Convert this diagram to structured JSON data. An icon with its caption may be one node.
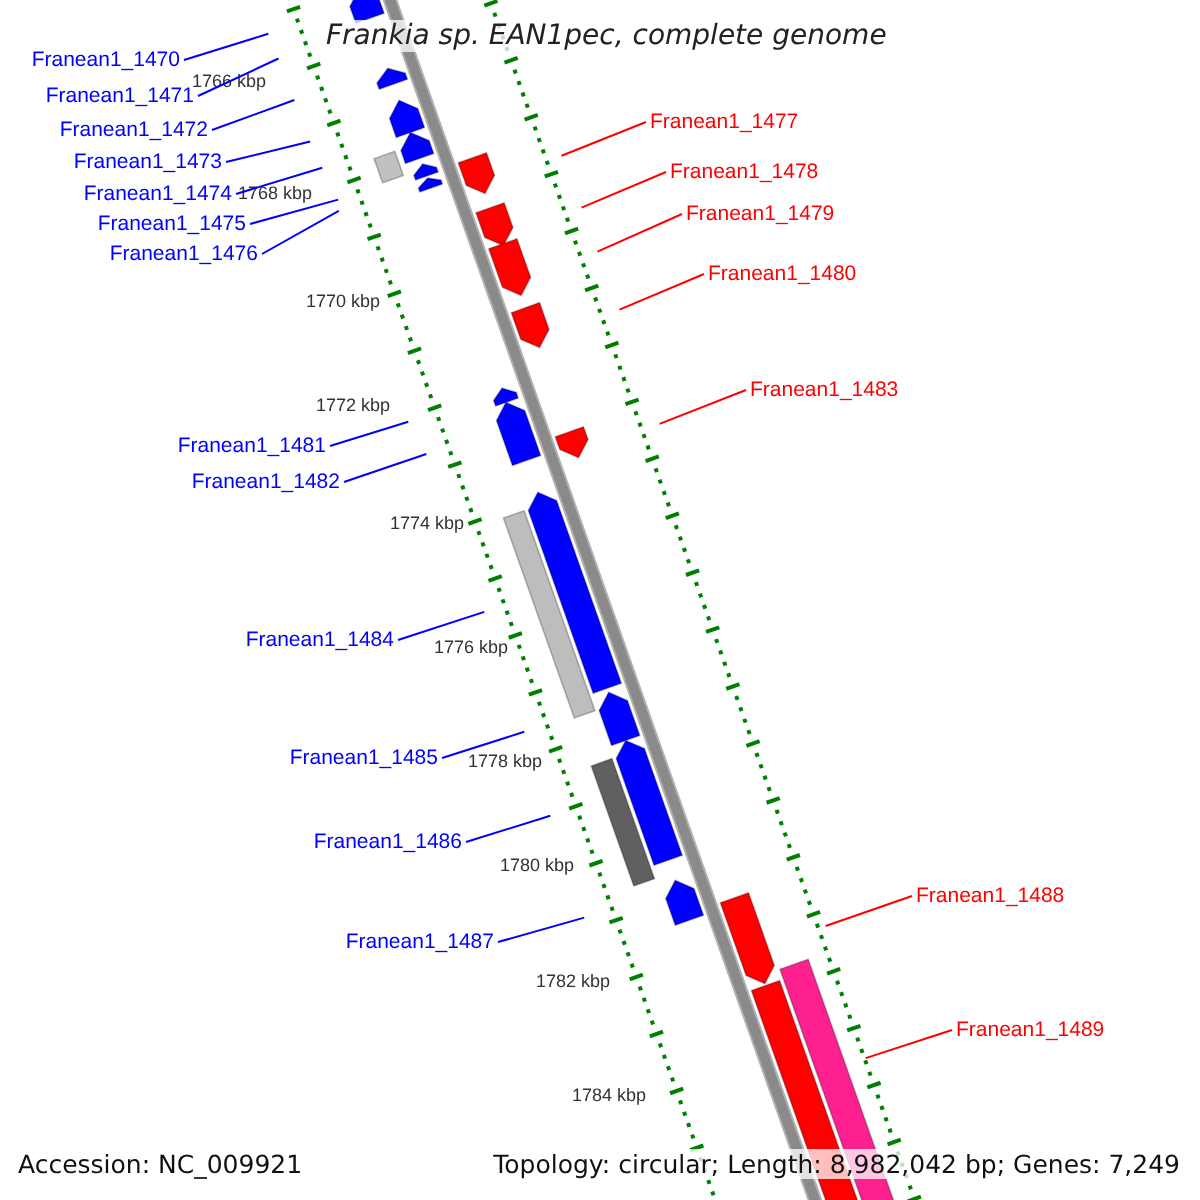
{
  "diagram": {
    "title": "Frankia sp. EAN1pec, complete genome",
    "nodes": [
      {
        "text": [
          "Franean1_1470"
        ]
      },
      {
        "text": [
          "Franean1_1471"
        ]
      },
      {
        "text": [
          "Franean1_1472"
        ]
      },
      {
        "text": [
          "Franean1_1473"
        ]
      },
      {
        "text": [
          "Franean1_1474"
        ]
      },
      {
        "text": [
          "Franean1_1475"
        ]
      },
      {
        "text": [
          "Franean1_1476"
        ]
      },
      {
        "text": [
          "Franean1_1477"
        ]
      },
      {
        "text": [
          "Franean1_1478"
        ]
      },
      {
        "text": [
          "Franean1_1479"
        ]
      },
      {
        "text": [
          "Franean1_1480"
        ]
      },
      {
        "text": [
          "Franean1_1481"
        ]
      },
      {
        "text": [
          "Franean1_1482"
        ]
      },
      {
        "text": [
          "Franean1_1483"
        ]
      },
      {
        "text": [
          "Franean1_1484"
        ]
      },
      {
        "text": [
          "Franean1_1485"
        ]
      },
      {
        "text": [
          "Franean1_1486"
        ]
      },
      {
        "text": [
          "Franean1_1487"
        ]
      },
      {
        "text": [
          "Franean1_1488"
        ]
      },
      {
        "text": [
          "Franean1_1489"
        ]
      }
    ],
    "edges": [
      {
        "from": 0,
        "to": null,
        "arrow": "none"
      },
      {
        "from": 1,
        "to": null,
        "arrow": "none"
      },
      {
        "from": 2,
        "to": null,
        "arrow": "none"
      },
      {
        "from": 3,
        "to": null,
        "arrow": "none"
      },
      {
        "from": 4,
        "to": null,
        "arrow": "none"
      },
      {
        "from": 5,
        "to": null,
        "arrow": "none"
      },
      {
        "from": 6,
        "to": null,
        "arrow": "none"
      },
      {
        "from": 7,
        "to": null,
        "arrow": "none",
        "color": "#ff0000"
      },
      {
        "from": 8,
        "to": null,
        "arrow": "none",
        "color": "#ff0000"
      },
      {
        "from": 9,
        "to": null,
        "arrow": "none",
        "color": "#ff0000"
      },
      {
        "from": 10,
        "to": null,
        "arrow": "none",
        "color": "#ff0000"
      },
      {
        "from": 11,
        "to": null,
        "arrow": "none"
      },
      {
        "from": 12,
        "to": null,
        "arrow": "none"
      },
      {
        "from": 13,
        "to": null,
        "arrow": "none",
        "color": "#ff0000"
      },
      {
        "from": 14,
        "to": null,
        "arrow": "none"
      },
      {
        "from": 15,
        "to": null,
        "arrow": "none"
      },
      {
        "from": 16,
        "to": null,
        "arrow": "none"
      },
      {
        "from": 17,
        "to": null,
        "arrow": "none"
      },
      {
        "from": 18,
        "to": null,
        "arrow": "none",
        "color": "#ff0000"
      },
      {
        "from": 19,
        "to": null,
        "arrow": "none",
        "color": "#ff0000"
      }
    ],
    "labels": [
      "1766 kbp",
      "1768 kbp",
      "1770 kbp",
      "1772 kbp",
      "1774 kbp",
      "1776 kbp",
      "1778 kbp",
      "1780 kbp",
      "1782 kbp",
      "1784 kbp",
      "Accession: NC_009921",
      "Topology: circular; Length: 8,982,042 bp; Genes: 7,249"
    ]
  }
}
